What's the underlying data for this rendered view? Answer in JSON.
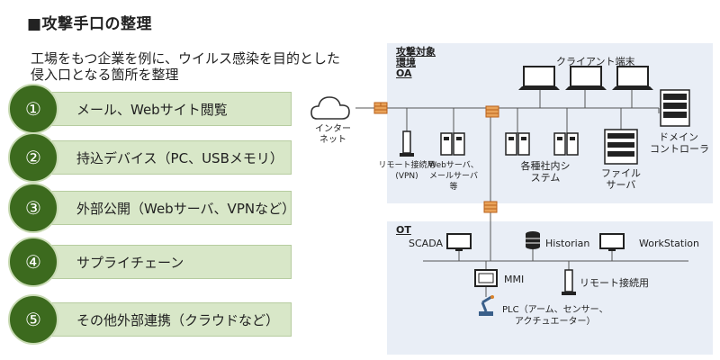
{
  "title": "■攻撃手口の整理",
  "intro": {
    "line1": "工場をもつ企業を例に、ウイルス感染を目的とした",
    "line2": "侵入口となる箇所を整理"
  },
  "items": [
    {
      "num": "①",
      "label": "メール、Webサイト閲覧"
    },
    {
      "num": "②",
      "label": "持込デバイス（PC、USBメモリ）"
    },
    {
      "num": "③",
      "label": "外部公開（Webサーバ、VPNなど）"
    },
    {
      "num": "④",
      "label": "サプライチェーン"
    },
    {
      "num": "⑤",
      "label": "その他外部連携（クラウドなど）"
    }
  ],
  "oa": {
    "header": [
      "攻撃対象",
      "環境",
      "OA"
    ],
    "clients": "クライアント端末",
    "internet": [
      "インター",
      "ネット"
    ],
    "remote": [
      "リモート接続用",
      "(VPN)"
    ],
    "webmail": [
      "Webサーバ、",
      "メールサーバ",
      "等"
    ],
    "internal": [
      "各種社内シ",
      "ステム"
    ],
    "file": [
      "ファイル",
      "サーバ"
    ],
    "domain": [
      "ドメイン",
      "コントローラ"
    ]
  },
  "ot": {
    "header": "OT",
    "scada": "SCADA",
    "historian": "Historian",
    "workstation": "WorkStation",
    "mmi": "MMI",
    "remote": "リモート接続用",
    "plc": [
      "PLC（アーム、センサー、",
      "アクチュエーター）"
    ]
  },
  "colors": {
    "item_bg": "#d8e7c8",
    "num_bg": "#3c6a1e",
    "panel_bg": "#e9eef6",
    "firewall": "#d9822b"
  }
}
